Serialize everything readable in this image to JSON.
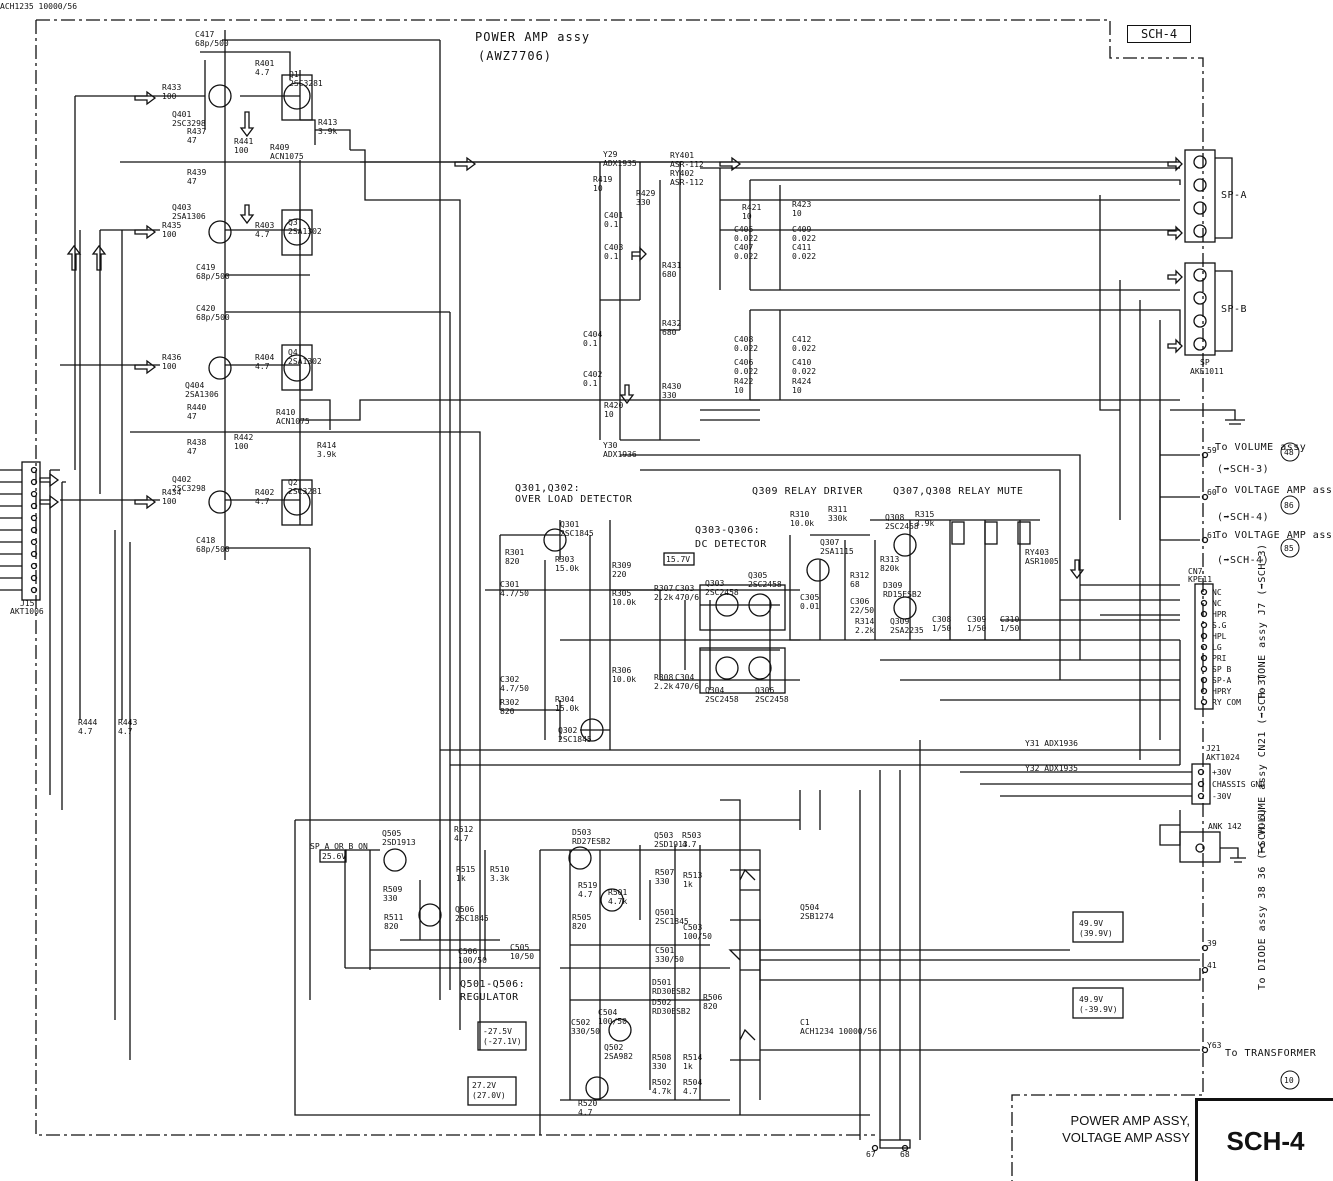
{
  "header": {
    "title": "POWER AMP assy",
    "part_number": "(AWZ7706)",
    "sheet_tag": "SCH-4"
  },
  "title_block": {
    "line1": "POWER AMP ASSY,",
    "line2": "VOLTAGE AMP ASSY",
    "code": "SCH-4"
  },
  "sections": {
    "overload_detector_ref": "Q301,Q302:",
    "overload_detector": "OVER LOAD DETECTOR",
    "dc_detector_ref": "Q303-Q306:",
    "dc_detector": "DC DETECTOR",
    "relay_driver": "Q309 RELAY DRIVER",
    "relay_mute": "Q307,Q308 RELAY MUTE",
    "regulator_ref": "Q501-Q506:",
    "regulator": "REGULATOR"
  },
  "components": [
    {
      "ref": "C417",
      "value": "68p/500"
    },
    {
      "ref": "R433",
      "value": "100"
    },
    {
      "ref": "Q401",
      "value": "2SC3298"
    },
    {
      "ref": "R401",
      "value": "4.7"
    },
    {
      "ref": "Q1",
      "value": "2SC3281"
    },
    {
      "ref": "R413",
      "value": "3.9k"
    },
    {
      "ref": "R437",
      "value": "47"
    },
    {
      "ref": "R441",
      "value": "100"
    },
    {
      "ref": "R409",
      "value": "ACN1075"
    },
    {
      "ref": "R439",
      "value": "47"
    },
    {
      "ref": "Q403",
      "value": "2SA1306"
    },
    {
      "ref": "R435",
      "value": "100"
    },
    {
      "ref": "R403",
      "value": "4.7"
    },
    {
      "ref": "Q3",
      "value": "2SA1302"
    },
    {
      "ref": "C419",
      "value": "68p/500"
    },
    {
      "ref": "C420",
      "value": "68p/500"
    },
    {
      "ref": "R436",
      "value": "100"
    },
    {
      "ref": "Q404",
      "value": "2SA1306"
    },
    {
      "ref": "R404",
      "value": "4.7"
    },
    {
      "ref": "Q4",
      "value": "2SA1302"
    },
    {
      "ref": "R440",
      "value": "47"
    },
    {
      "ref": "R410",
      "value": "ACN1075"
    },
    {
      "ref": "R438",
      "value": "47"
    },
    {
      "ref": "R442",
      "value": "100"
    },
    {
      "ref": "R414",
      "value": "3.9k"
    },
    {
      "ref": "Q402",
      "value": "2SC3298"
    },
    {
      "ref": "R434",
      "value": "100"
    },
    {
      "ref": "R402",
      "value": "4.7"
    },
    {
      "ref": "Q2",
      "value": "2SC3281"
    },
    {
      "ref": "C418",
      "value": "68p/500"
    },
    {
      "ref": "Y29",
      "value": "ADX1935"
    },
    {
      "ref": "Y30",
      "value": "ADX1936"
    },
    {
      "ref": "RY401",
      "value": "ASR-112"
    },
    {
      "ref": "RY402",
      "value": "ASR-112"
    },
    {
      "ref": "R419",
      "value": "10"
    },
    {
      "ref": "R429",
      "value": "330"
    },
    {
      "ref": "C401",
      "value": "0.1"
    },
    {
      "ref": "C403",
      "value": "0.1"
    },
    {
      "ref": "R431",
      "value": "680"
    },
    {
      "ref": "R432",
      "value": "680"
    },
    {
      "ref": "C404",
      "value": "0.1"
    },
    {
      "ref": "C402",
      "value": "0.1"
    },
    {
      "ref": "R430",
      "value": "330"
    },
    {
      "ref": "R420",
      "value": "10"
    },
    {
      "ref": "R421",
      "value": "10"
    },
    {
      "ref": "R423",
      "value": "10"
    },
    {
      "ref": "C405",
      "value": "0.022"
    },
    {
      "ref": "C409",
      "value": "0.022"
    },
    {
      "ref": "C407",
      "value": "0.022"
    },
    {
      "ref": "C411",
      "value": "0.022"
    },
    {
      "ref": "C408",
      "value": "0.022"
    },
    {
      "ref": "C412",
      "value": "0.022"
    },
    {
      "ref": "C406",
      "value": "0.022"
    },
    {
      "ref": "C410",
      "value": "0.022"
    },
    {
      "ref": "R422",
      "value": "10"
    },
    {
      "ref": "R424",
      "value": "10"
    },
    {
      "ref": "Q301",
      "value": "2SC1845"
    },
    {
      "ref": "R301",
      "value": "820"
    },
    {
      "ref": "R303",
      "value": "15.0k"
    },
    {
      "ref": "R309",
      "value": "220"
    },
    {
      "ref": "C301",
      "value": "4.7/50"
    },
    {
      "ref": "R305",
      "value": "10.0k"
    },
    {
      "ref": "C302",
      "value": "4.7/50"
    },
    {
      "ref": "R302",
      "value": "820"
    },
    {
      "ref": "R304",
      "value": "15.0k"
    },
    {
      "ref": "Q302",
      "value": "2SC1845"
    },
    {
      "ref": "R306",
      "value": "10.0k"
    },
    {
      "ref": "R307",
      "value": "2.2k"
    },
    {
      "ref": "C303",
      "value": "470/6"
    },
    {
      "ref": "R308",
      "value": "2.2k"
    },
    {
      "ref": "C304",
      "value": "470/6"
    },
    {
      "ref": "Q303",
      "value": "2SC2458"
    },
    {
      "ref": "Q305",
      "value": "2SC2458"
    },
    {
      "ref": "Q304",
      "value": "2SC2458"
    },
    {
      "ref": "Q306",
      "value": "2SC2458"
    },
    {
      "ref": "R310",
      "value": "10.0k"
    },
    {
      "ref": "R311",
      "value": "330k"
    },
    {
      "ref": "Q307",
      "value": "2SA1115"
    },
    {
      "ref": "R315",
      "value": "3.9k"
    },
    {
      "ref": "Q308",
      "value": "2SC2458"
    },
    {
      "ref": "R312",
      "value": "68"
    },
    {
      "ref": "R313",
      "value": "820k"
    },
    {
      "ref": "C305",
      "value": "0.01"
    },
    {
      "ref": "C306",
      "value": "22/50"
    },
    {
      "ref": "D309",
      "value": "RD15ESB2"
    },
    {
      "ref": "R314",
      "value": "2.2k"
    },
    {
      "ref": "Q309",
      "value": "2SA2235"
    },
    {
      "ref": "C308",
      "value": "1/50"
    },
    {
      "ref": "C309",
      "value": "1/50"
    },
    {
      "ref": "C310",
      "value": "1/50"
    },
    {
      "ref": "RY403",
      "value": "ASR1005"
    },
    {
      "ref": "R444",
      "value": "4.7"
    },
    {
      "ref": "R443",
      "value": "4.7"
    },
    {
      "ref": "Q505",
      "value": "2SD1913"
    },
    {
      "ref": "R512",
      "value": "4.7"
    },
    {
      "ref": "R509",
      "value": "330"
    },
    {
      "ref": "R515",
      "value": "1k"
    },
    {
      "ref": "R510",
      "value": "3.3k"
    },
    {
      "ref": "Q506",
      "value": "2SC1845"
    },
    {
      "ref": "R511",
      "value": "820"
    },
    {
      "ref": "C505",
      "value": "10/50"
    },
    {
      "ref": "C506",
      "value": "100/50"
    },
    {
      "ref": "D503",
      "value": "RD27ESB2"
    },
    {
      "ref": "Q503",
      "value": "2SD1913"
    },
    {
      "ref": "R503",
      "value": "4.7"
    },
    {
      "ref": "R519",
      "value": "4.7"
    },
    {
      "ref": "R507",
      "value": "330"
    },
    {
      "ref": "R513",
      "value": "1k"
    },
    {
      "ref": "R501",
      "value": "4.7k"
    },
    {
      "ref": "Q501",
      "value": "2SC1845"
    },
    {
      "ref": "R505",
      "value": "820"
    },
    {
      "ref": "C503",
      "value": "100/50"
    },
    {
      "ref": "C501",
      "value": "330/50"
    },
    {
      "ref": "D501",
      "value": "RD30ESB2"
    },
    {
      "ref": "D502",
      "value": "RD30ESB2"
    },
    {
      "ref": "R506",
      "value": "820"
    },
    {
      "ref": "C502",
      "value": "330/50"
    },
    {
      "ref": "C504",
      "value": "100/50"
    },
    {
      "ref": "Q502",
      "value": "2SA982"
    },
    {
      "ref": "R508",
      "value": "330"
    },
    {
      "ref": "R514",
      "value": "1k"
    },
    {
      "ref": "R502",
      "value": "4.7k"
    },
    {
      "ref": "R504",
      "value": "4.7"
    },
    {
      "ref": "R520",
      "value": "4.7"
    },
    {
      "ref": "Q504",
      "value": "2SB1274"
    },
    {
      "ref": "C1",
      "value": "ACH1234 10000/56"
    },
    {
      "ref": "C2",
      "value": "ACH1235 10000/56"
    }
  ],
  "voltages": {
    "v_15": "15.7V",
    "v_25": "25.6V",
    "v_neg27": "-27.5V",
    "v_neg27_alt": "(-27.1V)",
    "v_27": "27.2V",
    "v_27_alt": "(27.0V)",
    "v_49a": "49.9V",
    "v_49a_alt": "(39.9V)",
    "v_49b": "49.9V",
    "v_49b_alt": "(-39.9V)",
    "spab_note": "SP A OR B ON"
  },
  "connectors": {
    "sp_a": "SP-A",
    "sp_b": "SP-B",
    "sp_part": "AKE1011",
    "cn7": "CN7",
    "cn7_part": "KPE11",
    "cn7_pins": [
      "NC",
      "NC",
      "HPR",
      "S.G",
      "HPL",
      "LG",
      "PRI",
      "SP B",
      "SP-A",
      "HPRY",
      "RY COM"
    ],
    "j21": "J21",
    "j21_part": "AKT1024",
    "j21_pins": [
      "+30V",
      "CHASSIS GND",
      "-30V"
    ],
    "j15": "J15",
    "j15_part": "AKT1006",
    "ank": "ANK 142",
    "y31": "Y31 ADX1936",
    "y32": "Y32 ADX1935",
    "y63": "Y63",
    "pin_59": "59",
    "pin_60": "60",
    "pin_61": "61",
    "pin_39": "39",
    "pin_41": "41",
    "pin_67": "67",
    "pin_68": "68"
  },
  "destinations": {
    "volume_assy": "To VOLUME assy",
    "volume_assy_num": "48",
    "volume_assy_sheet": "(➡SCH-3)",
    "voltage_amp_1": "To VOLTAGE AMP assy",
    "voltage_amp_1_num": "86",
    "voltage_amp_1_sheet": "(➡SCH-4)",
    "voltage_amp_2": "To VOLTAGE AMP assy",
    "voltage_amp_2_num": "85",
    "voltage_amp_2_sheet": "(➡SCH-4)",
    "tone_assy": "To TONE assy J7 (➡SCH-3)",
    "volume_cn21": "To VOLUME assy CN21 (➡SCH-3)",
    "diode_assy": "To DIODE assy 38 36 (➡SCH-6)",
    "transformer": "To TRANSFORMER",
    "transformer_num": "10"
  }
}
